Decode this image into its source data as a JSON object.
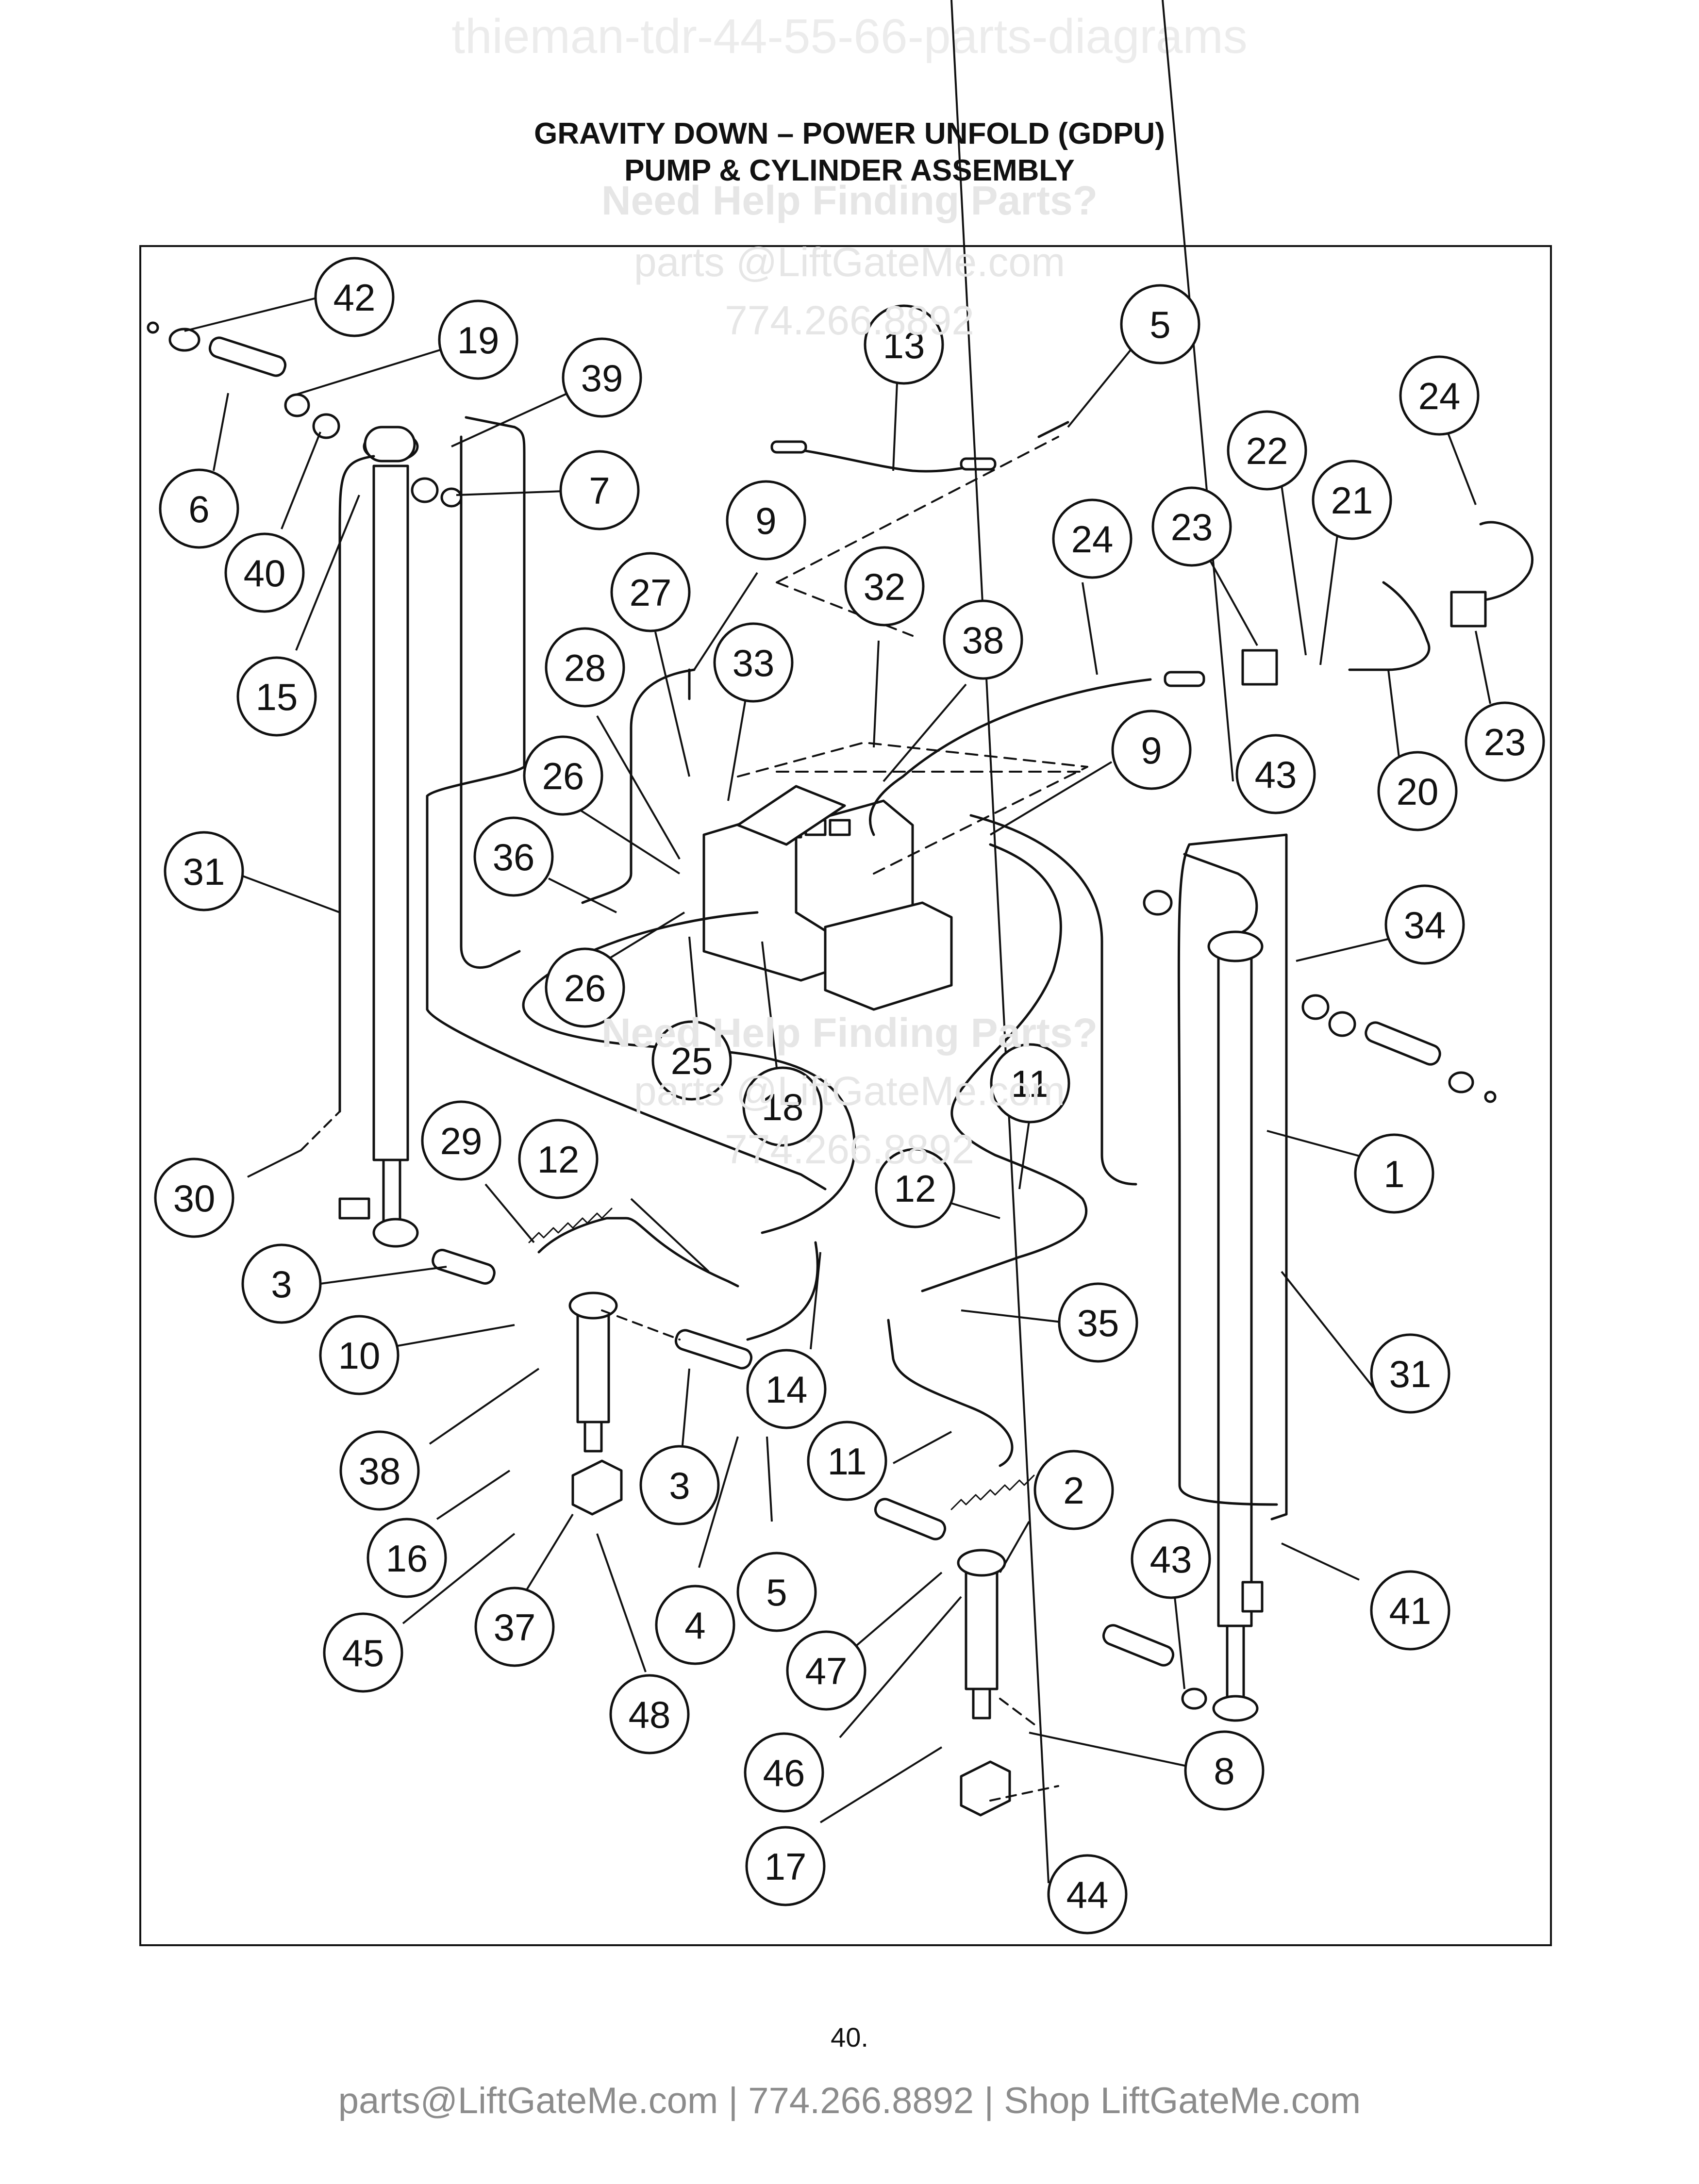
{
  "watermark_top": "thieman-tdr-44-55-66-parts-diagrams",
  "title": {
    "line1": "GRAVITY DOWN – POWER UNFOLD (GDPU)",
    "line2": "PUMP & CYLINDER ASSEMBLY"
  },
  "watermark": {
    "help": "Need Help Finding Parts?",
    "email": "parts @LiftGateMe.com",
    "phone": "774.266.8892"
  },
  "callouts": [
    {
      "id": "c42",
      "label": "42"
    },
    {
      "id": "c19",
      "label": "19"
    },
    {
      "id": "c39",
      "label": "39"
    },
    {
      "id": "c7",
      "label": "7"
    },
    {
      "id": "c6",
      "label": "6"
    },
    {
      "id": "c40",
      "label": "40"
    },
    {
      "id": "c15",
      "label": "15"
    },
    {
      "id": "c13",
      "label": "13"
    },
    {
      "id": "c5a",
      "label": "5"
    },
    {
      "id": "c24a",
      "label": "24"
    },
    {
      "id": "c22",
      "label": "22"
    },
    {
      "id": "c21",
      "label": "21"
    },
    {
      "id": "c23a",
      "label": "23"
    },
    {
      "id": "c24b",
      "label": "24"
    },
    {
      "id": "c20",
      "label": "20"
    },
    {
      "id": "c23b",
      "label": "23"
    },
    {
      "id": "c9a",
      "label": "9"
    },
    {
      "id": "c27",
      "label": "27"
    },
    {
      "id": "c32",
      "label": "32"
    },
    {
      "id": "c38a",
      "label": "38"
    },
    {
      "id": "c28",
      "label": "28"
    },
    {
      "id": "c33",
      "label": "33"
    },
    {
      "id": "c9b",
      "label": "9"
    },
    {
      "id": "c43a",
      "label": "43"
    },
    {
      "id": "c26a",
      "label": "26"
    },
    {
      "id": "c36",
      "label": "36"
    },
    {
      "id": "c34",
      "label": "34"
    },
    {
      "id": "c31a",
      "label": "31"
    },
    {
      "id": "c26b",
      "label": "26"
    },
    {
      "id": "c25",
      "label": "25"
    },
    {
      "id": "c18",
      "label": "18"
    },
    {
      "id": "c11a",
      "label": "11"
    },
    {
      "id": "c1",
      "label": "1"
    },
    {
      "id": "c29",
      "label": "29"
    },
    {
      "id": "c12a",
      "label": "12"
    },
    {
      "id": "c12b",
      "label": "12"
    },
    {
      "id": "c30",
      "label": "30"
    },
    {
      "id": "c3a",
      "label": "3"
    },
    {
      "id": "c35",
      "label": "35"
    },
    {
      "id": "c10",
      "label": "10"
    },
    {
      "id": "c14",
      "label": "14"
    },
    {
      "id": "c31b",
      "label": "31"
    },
    {
      "id": "c38b",
      "label": "38"
    },
    {
      "id": "c11b",
      "label": "11"
    },
    {
      "id": "c2",
      "label": "2"
    },
    {
      "id": "c3b",
      "label": "3"
    },
    {
      "id": "c16",
      "label": "16"
    },
    {
      "id": "c5b",
      "label": "5"
    },
    {
      "id": "c43b",
      "label": "43"
    },
    {
      "id": "c41",
      "label": "41"
    },
    {
      "id": "c4",
      "label": "4"
    },
    {
      "id": "c37",
      "label": "37"
    },
    {
      "id": "c45",
      "label": "45"
    },
    {
      "id": "c47",
      "label": "47"
    },
    {
      "id": "c48",
      "label": "48"
    },
    {
      "id": "c8",
      "label": "8"
    },
    {
      "id": "c46",
      "label": "46"
    },
    {
      "id": "c17",
      "label": "17"
    },
    {
      "id": "c44",
      "label": "44"
    }
  ],
  "page_number": "40.",
  "footer": "parts@LiftGateMe.com | 774.266.8892 | Shop LiftGateMe.com"
}
